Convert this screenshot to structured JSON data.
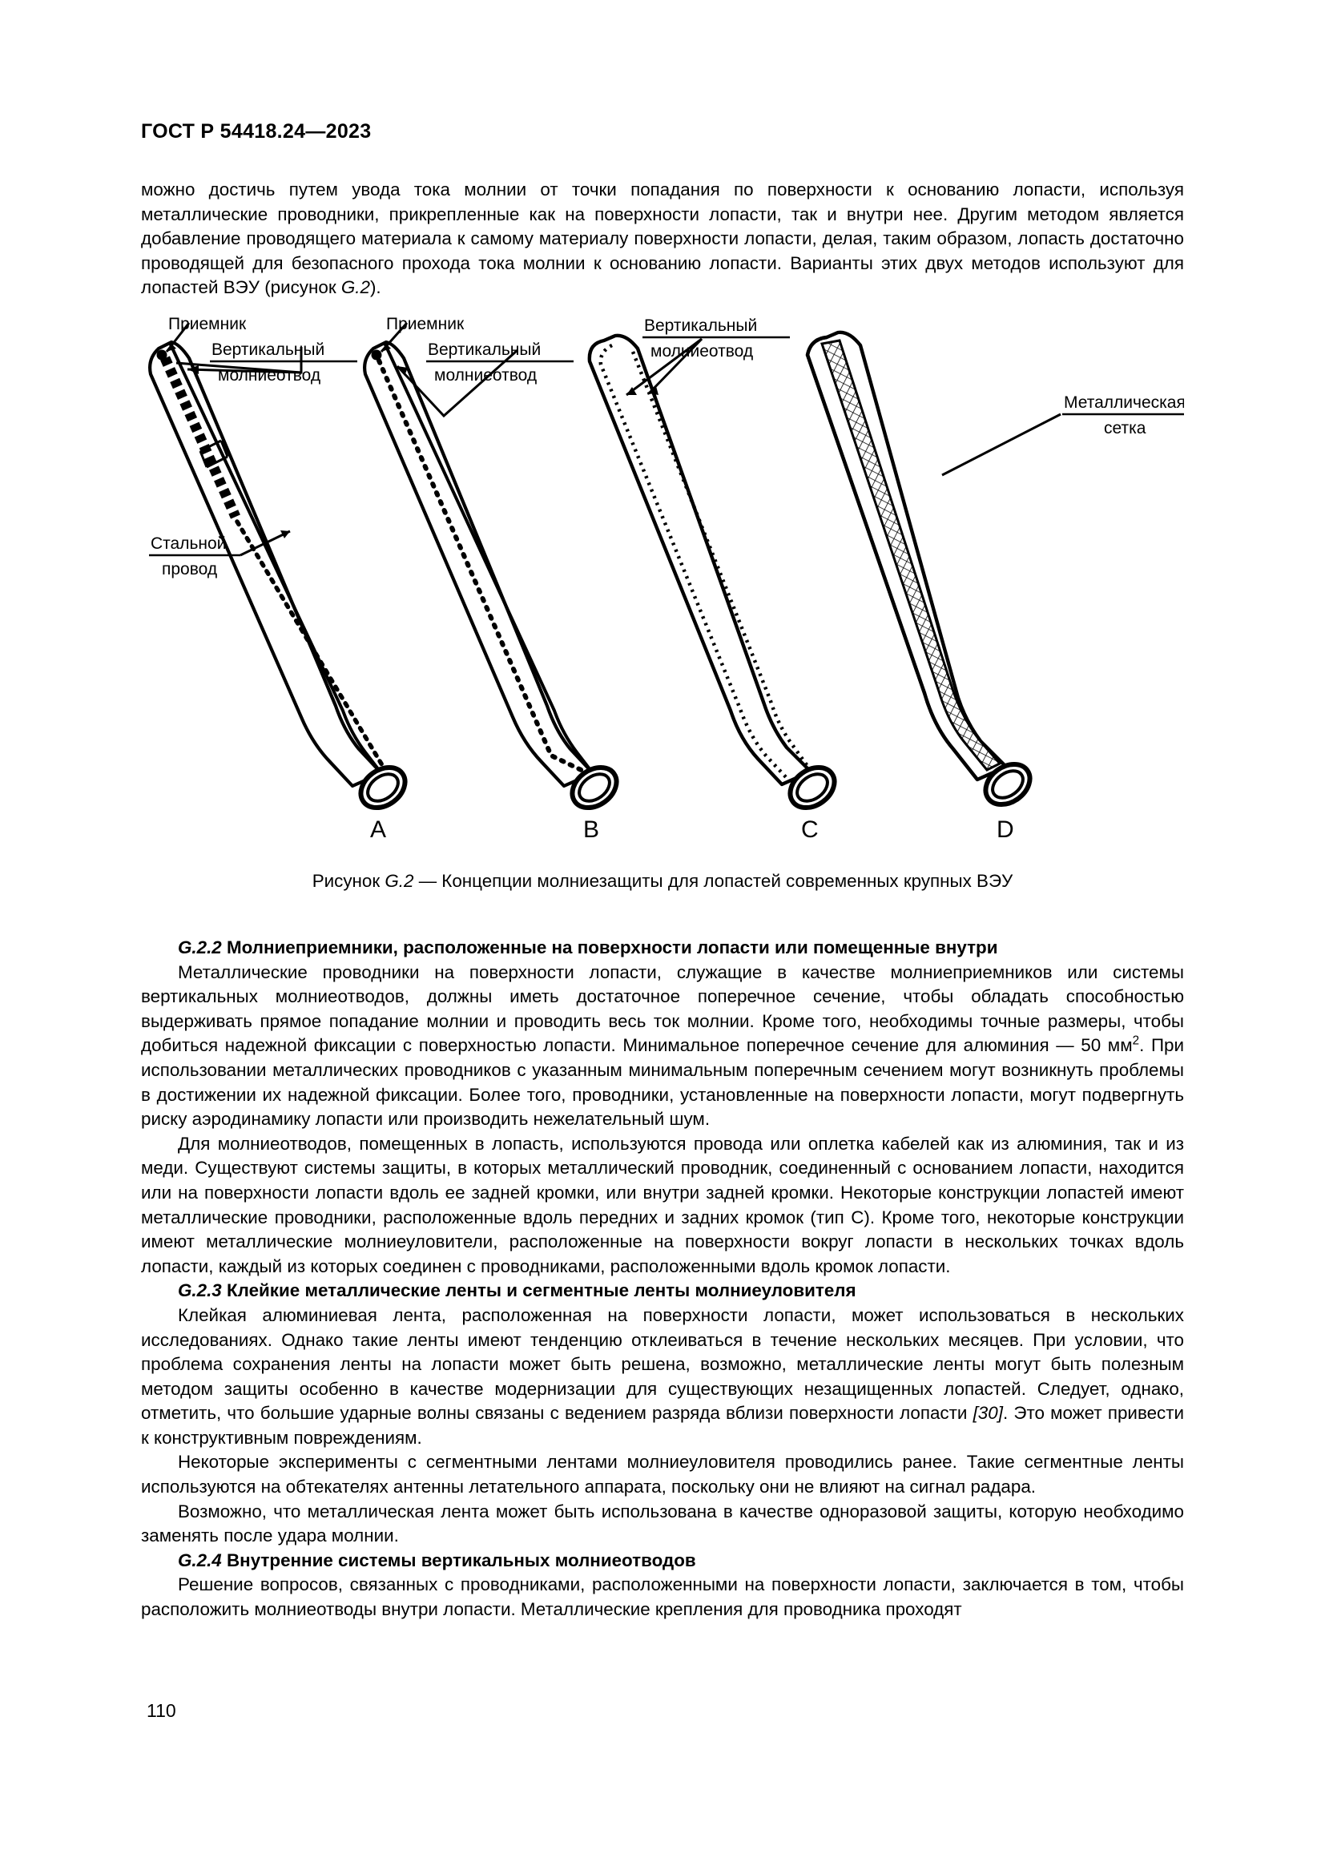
{
  "header": {
    "standard_id": "ГОСТ Р 54418.24—2023"
  },
  "page_number": "110",
  "intro": {
    "text": "можно достичь путем увода тока молнии от точки попадания по поверхности к основанию лопасти, используя металлические проводники, прикрепленные как на поверхности лопасти, так и внутри нее. Другим методом является добавление проводящего материала к самому материалу поверхности лопасти, делая, таким образом, лопасть достаточно проводящей для безопасного прохода тока молнии к основанию лопасти. Варианты этих двух методов используют для лопастей ВЭУ (рисунок ",
    "figure_ref": "G.2",
    "text_tail": ")."
  },
  "figure": {
    "labels": {
      "receiver": "Приемник",
      "vertical_lightning_rod_line1": "Вертикальный",
      "vertical_lightning_rod_line2": "молниеотвод",
      "steel_wire_line1": "Стальной",
      "steel_wire_line2": "провод",
      "metal_mesh_line1": "Металлическая",
      "metal_mesh_line2": "сетка"
    },
    "blade_labels": [
      "A",
      "B",
      "C",
      "D"
    ],
    "caption_prefix": "Рисунок ",
    "caption_number": "G.2",
    "caption_text": " — Концепции молниезащиты для лопастей современных крупных ВЭУ"
  },
  "sections": [
    {
      "number": "G.2.2",
      "title": "Молниеприемники, расположенные на поверхности лопасти или помещенные внутри",
      "paragraphs": [
        {
          "pre_sup": "Металлические проводники на поверхности лопасти, служащие в качестве молниеприемников или системы вертикальных молниеотводов, должны иметь достаточное поперечное сечение, чтобы обладать способностью выдерживать прямое попадание молнии и проводить весь ток молнии. Кроме того, необходимы точные размеры, чтобы добиться надежной фиксации с поверхностью лопасти. Минимальное поперечное сечение для алюминия — 50 мм",
          "sup": "2",
          "post_sup": ". При использовании металлических проводников с указанным минимальным поперечным сечением могут возникнуть проблемы в достижении их надежной фиксации. Более того, проводники, установленные на поверхности лопасти, могут подвергнуть риску аэродинамику лопасти или производить нежелательный шум."
        },
        {
          "text": "Для молниеотводов, помещенных в лопасть, используются провода или оплетка кабелей как из алюминия, так и из меди. Существуют системы защиты, в которых металлический проводник, соединенный с основанием лопасти, находится или на поверхности лопасти вдоль ее задней кромки, или внутри задней кромки. Некоторые конструкции лопастей имеют металлические проводники, расположенные вдоль передних и задних кромок (тип С). Кроме того, некоторые конструкции имеют металлические молниеуловители, расположенные на поверхности вокруг лопасти в нескольких точках вдоль лопасти, каждый из которых соединен с проводниками, расположенными вдоль кромок лопасти."
        }
      ]
    },
    {
      "number": "G.2.3",
      "title": "Клейкие металлические ленты и сегментные ленты молниеуловителя",
      "paragraphs": [
        {
          "pre_ref": "Клейкая алюминиевая лента, расположенная на поверхности лопасти, может использоваться в нескольких исследованиях. Однако такие ленты имеют тенденцию отклеиваться в течение нескольких месяцев. При условии, что проблема сохранения ленты на лопасти может быть решена, возможно, металлические ленты могут быть полезным методом защиты особенно в качестве модернизации для существующих незащищенных лопастей. Следует, однако, отметить, что большие ударные волны связаны с ведением разряда вблизи поверхности лопасти ",
          "ref": "[30]",
          "post_ref": ". Это может привести к конструктивным повреждениям."
        },
        {
          "text": "Некоторые эксперименты с сегментными лентами молниеуловителя проводились ранее. Такие сегментные ленты используются на обтекателях антенны летательного аппарата, поскольку они не влияют на сигнал радара."
        },
        {
          "text": "Возможно, что металлическая лента может быть использована в качестве одноразовой защиты, которую необходимо заменять после удара молнии."
        }
      ]
    },
    {
      "number": "G.2.4",
      "title": "Внутренние системы вертикальных молниеотводов",
      "paragraphs": [
        {
          "text": "Решение вопросов, связанных с проводниками, расположенными на поверхности лопасти, заключается в том, чтобы расположить молниеотводы внутри лопасти. Металлические крепления для проводника проходят"
        }
      ]
    }
  ]
}
